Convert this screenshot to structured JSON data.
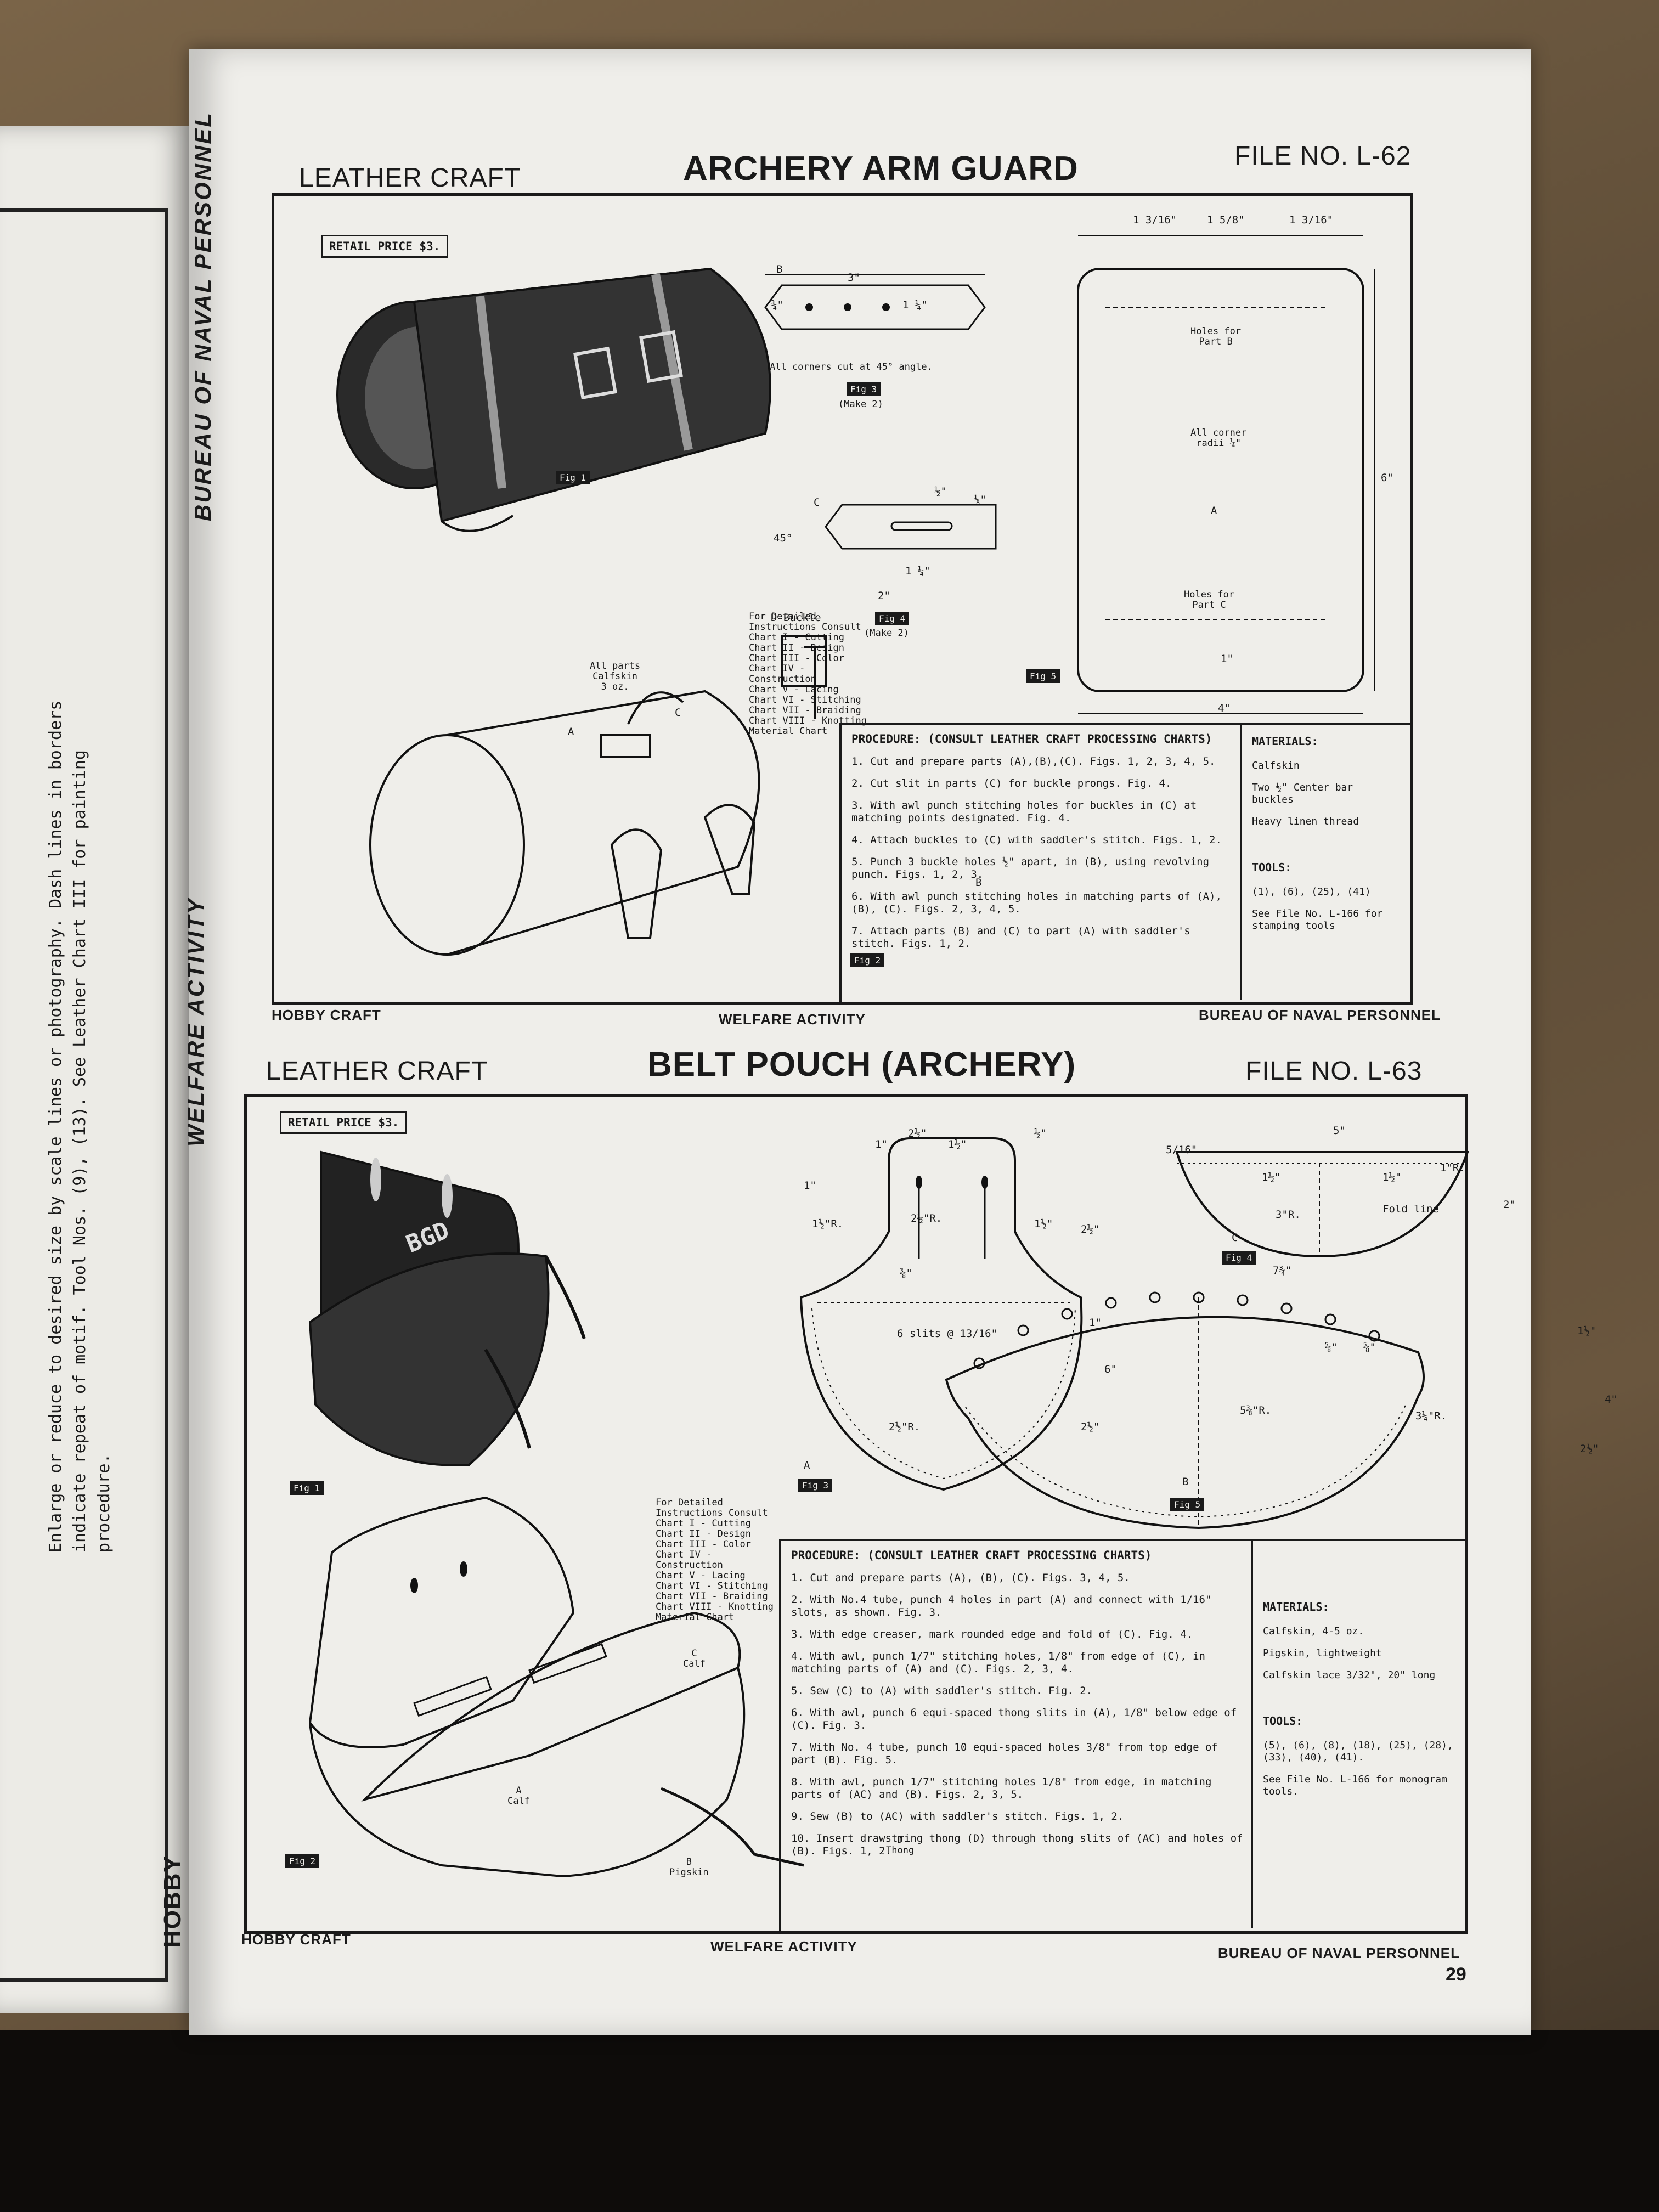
{
  "left_page": {
    "note_lines": [
      "Enlarge or reduce to desired size by scale lines or photography. Dash lines in borders",
      "indicate repeat of motif. Tool Nos. (9), (13). See Leather Chart III for painting procedure."
    ],
    "hobby_craft": "HOBBY CRAFT"
  },
  "spine": {
    "bureau": "BUREAU OF NAVAL PERSONNEL",
    "welfare": "WELFARE ACTIVITY"
  },
  "sheet1": {
    "category": "LEATHER CRAFT",
    "title": "ARCHERY ARM GUARD",
    "file_no": "FILE NO. L-62",
    "retail": "RETAIL PRICE  $3.",
    "labels": {
      "d_buckle": "D-Buckle",
      "all_parts": "All parts\nCalfskin\n3 oz.",
      "c": "C",
      "a": "A",
      "b": "B",
      "corners": "All corners cut at 45° angle.",
      "make2a": "(Make 2)",
      "make2b": "(Make 2)",
      "deg45": "45°",
      "holes_b": "Holes for\nPart B",
      "holes_c": "Holes for\nPart C",
      "corner_radii": "All corner\nradii ¼\"",
      "part_a": "A",
      "dim_3": "3\"",
      "dim_2": "2\"",
      "dim_6": "6\"",
      "dim_4": "4\"",
      "dim_1": "1\"",
      "dim_1_3_16": "1 3/16\"",
      "dim_1_5_8": "1 5/8\"",
      "dim_1_quarter": "1 ¼\"",
      "dim_half": "½\"",
      "dim_eighth": "⅛\"",
      "dim_three_quarter": "¾\""
    },
    "figs": [
      "Fig 1",
      "Fig 2",
      "Fig 3",
      "Fig 4",
      "Fig 5"
    ],
    "charts": [
      "For Detailed",
      "Instructions Consult",
      "Chart I - Cutting",
      "Chart II - Design",
      "Chart III - Color",
      "Chart IV - Construction",
      "Chart V - Lacing",
      "Chart VI - Stitching",
      "Chart VII - Braiding",
      "Chart VIII - Knotting",
      "Material Chart"
    ],
    "procedure_title": "PROCEDURE: (CONSULT LEATHER CRAFT PROCESSING CHARTS)",
    "procedure": [
      "1. Cut and prepare parts (A),(B),(C). Figs. 1, 2, 3, 4, 5.",
      "2. Cut slit in parts (C) for buckle prongs. Fig. 4.",
      "3. With awl punch stitching holes for buckles in (C) at matching points designated. Fig. 4.",
      "4. Attach buckles to (C) with saddler's stitch. Figs. 1, 2.",
      "5. Punch 3 buckle holes ½\" apart, in (B), using revolving punch. Figs. 1, 2, 3.",
      "6. With awl punch stitching holes in matching parts of (A), (B), (C). Figs. 2, 3, 4, 5.",
      "7. Attach parts (B) and (C) to part (A) with saddler's stitch. Figs. 1, 2."
    ],
    "materials_title": "MATERIALS:",
    "materials": [
      "Calfskin",
      "Two ½\" Center bar buckles",
      "Heavy linen thread"
    ],
    "tools_title": "TOOLS:",
    "tools": [
      "(1), (6), (25), (41)",
      "See File No. L-166 for stamping tools"
    ],
    "footer": {
      "left": "HOBBY CRAFT",
      "center": "WELFARE ACTIVITY",
      "right": "BUREAU OF NAVAL PERSONNEL"
    }
  },
  "sheet2": {
    "category": "LEATHER CRAFT",
    "title": "BELT POUCH (ARCHERY)",
    "file_no": "FILE NO. L-63",
    "retail": "RETAIL PRICE  $3.",
    "monogram": "BGD",
    "labels": {
      "c_calf": "C\nCalf",
      "a_calf": "A\nCalf",
      "b_pigskin": "B\nPigskin",
      "d_thong": "D\nThong",
      "a": "A",
      "b": "B",
      "c": "C",
      "slits": "6 slits @ 13/16\"",
      "fold_line": "Fold line",
      "r_2half": "2½\"R.",
      "r_2half_b": "2½\"R.",
      "r_1half": "1½\"R.",
      "r_3": "3\"R.",
      "r_1": "1\"R.",
      "r_5_3_8": "5⅜\"R.",
      "r_3_quarter": "3¼\"R.",
      "dim_5": "5\"",
      "dim_7_3_4": "7¾\"",
      "dim_6": "6\"",
      "dim_4": "4\"",
      "dim_2": "2\"",
      "dim_1": "1\"",
      "dim_2_half": "2½\"",
      "dim_1_half": "1½\"",
      "dim_half": "½\"",
      "dim_5_16": "5/16\"",
      "dim_3_8": "⅜\"",
      "dim_5_8": "⅝\""
    },
    "figs": [
      "Fig 1",
      "Fig 2",
      "Fig 3",
      "Fig 4",
      "Fig 5"
    ],
    "charts": [
      "For Detailed",
      "Instructions Consult",
      "Chart I - Cutting",
      "Chart II - Design",
      "Chart III - Color",
      "Chart IV - Construction",
      "Chart V - Lacing",
      "Chart VI - Stitching",
      "Chart VII - Braiding",
      "Chart VIII - Knotting",
      "Material Chart"
    ],
    "procedure_title": "PROCEDURE: (CONSULT LEATHER CRAFT PROCESSING CHARTS)",
    "procedure": [
      "1. Cut and prepare parts (A), (B), (C). Figs. 3, 4, 5.",
      "2. With No.4 tube, punch 4 holes in part (A) and connect with 1/16\" slots, as shown. Fig. 3.",
      "3. With edge creaser, mark rounded edge and fold of (C). Fig. 4.",
      "4. With awl, punch 1/7\" stitching holes, 1/8\" from edge of (C), in matching parts of (A) and (C). Figs. 2, 3, 4.",
      "5. Sew (C) to (A) with saddler's stitch. Fig. 2.",
      "6. With awl, punch 6 equi-spaced thong slits in (A), 1/8\" below edge of (C). Fig. 3.",
      "7. With No. 4 tube, punch 10 equi-spaced holes 3/8\" from top edge of part (B). Fig. 5.",
      "8. With awl, punch 1/7\" stitching holes 1/8\" from edge, in matching parts of (AC) and (B). Figs. 2, 3, 5.",
      "9. Sew (B) to (AC) with saddler's stitch. Figs. 1, 2.",
      "10. Insert drawstring thong (D) through thong slits of (AC) and holes of (B). Figs. 1, 2."
    ],
    "materials_title": "MATERIALS:",
    "materials": [
      "Calfskin, 4-5 oz.",
      "Pigskin, lightweight",
      "Calfskin lace 3/32\", 20\" long"
    ],
    "tools_title": "TOOLS:",
    "tools": [
      "(5), (6), (8), (18), (25), (28), (33), (40), (41).",
      "See File No. L-166 for monogram tools."
    ],
    "footer": {
      "left": "HOBBY CRAFT",
      "center": "WELFARE ACTIVITY",
      "right": "BUREAU OF NAVAL PERSONNEL"
    }
  },
  "page_number": "29"
}
